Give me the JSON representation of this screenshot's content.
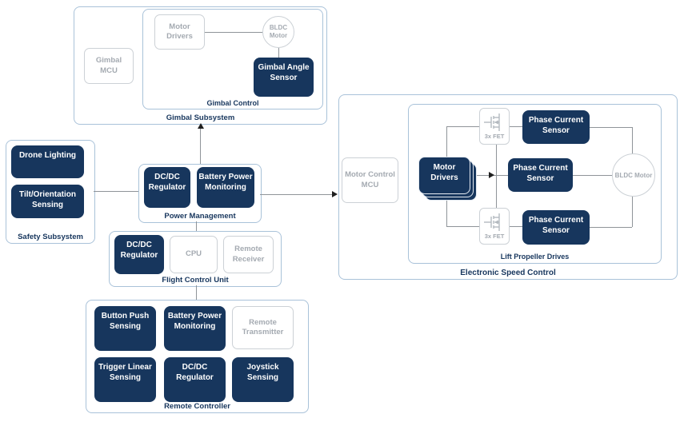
{
  "colors": {
    "navy": "#17365d",
    "container_border": "#a9c2d9",
    "gray_border": "#ccd1d6",
    "gray_text": "#a4aab1",
    "connector_line": "#8f9499",
    "arrowhead": "#1f1f1f"
  },
  "gimbal_subsystem": {
    "label": "Gimbal Subsystem",
    "mcu": "Gimbal MCU",
    "control": {
      "label": "Gimbal Control",
      "motor_drivers": "Motor Drivers",
      "bldc_motor": "BLDC Motor",
      "angle_sensor": "Gimbal Angle Sensor"
    }
  },
  "safety_subsystem": {
    "label": "Safety Subsystem",
    "drone_lighting": "Drone Lighting",
    "tilt_sensing": "Tilt/Orientation Sensing"
  },
  "power_management": {
    "label": "Power Management",
    "dcdc_regulator": "DC/DC Regulator",
    "battery_monitoring": "Battery Power Monitoring"
  },
  "flight_control_unit": {
    "label": "Flight Control Unit",
    "dcdc_regulator": "DC/DC Regulator",
    "cpu": "CPU",
    "remote_receiver": "Remote Receiver"
  },
  "remote_controller": {
    "label": "Remote Controller",
    "button_push": "Button Push Sensing",
    "battery_monitoring": "Battery Power Monitoring",
    "remote_transmitter": "Remote Transmitter",
    "trigger_linear": "Trigger Linear Sensing",
    "dcdc_regulator": "DC/DC Regulator",
    "joystick": "Joystick Sensing"
  },
  "esc": {
    "label": "Electronic Speed Control",
    "mcu": "Motor Control MCU",
    "lift_propeller": {
      "label": "Lift Propeller Drives",
      "motor_drivers": "Motor Drivers",
      "fet": "3x FET",
      "phase_current_sensor": "Phase Current Sensor",
      "bldc_motor": "BLDC Motor"
    }
  }
}
